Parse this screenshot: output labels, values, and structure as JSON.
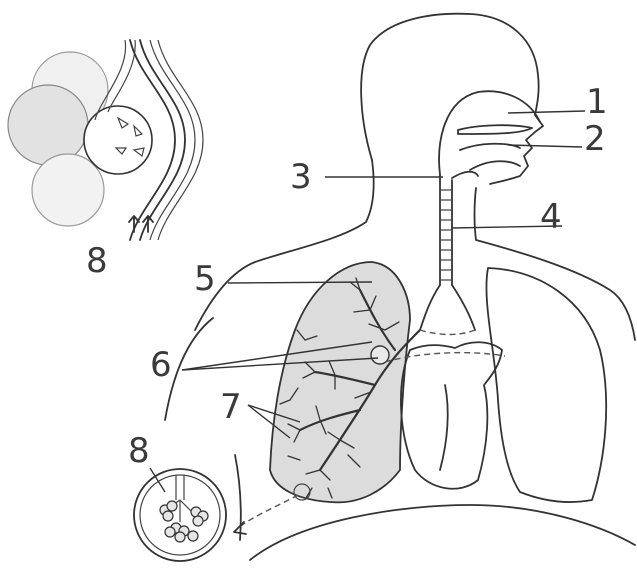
{
  "labels": {
    "l1": "1",
    "l2": "2",
    "l3": "3",
    "l4": "4",
    "l5": "5",
    "l6": "6",
    "l7": "7",
    "l8_top": "8",
    "l8_bottom": "8"
  },
  "colors": {
    "outline": "#333333",
    "lung_fill": "#dcdcdc",
    "sphere_fill": "#e6e6e6",
    "background": "#ffffff"
  }
}
